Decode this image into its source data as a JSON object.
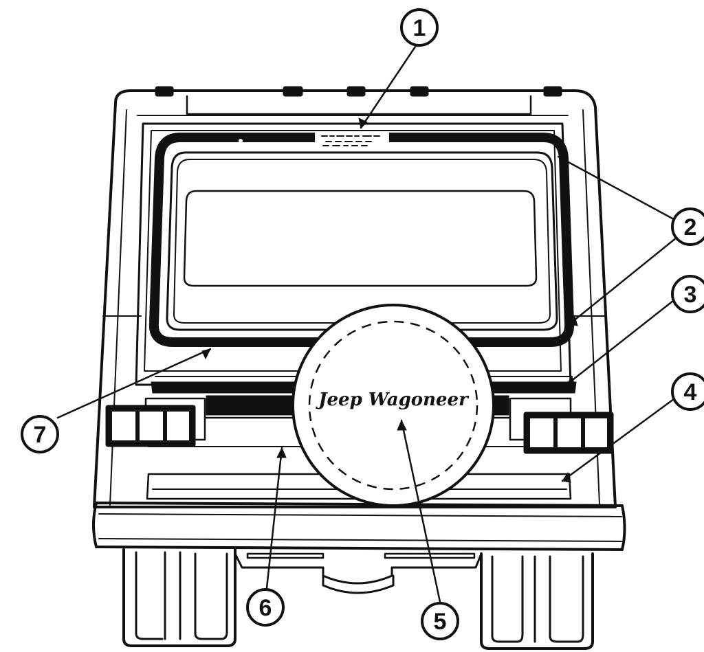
{
  "diagram": {
    "callouts": [
      {
        "id": "c1",
        "label": "1"
      },
      {
        "id": "c2",
        "label": "2"
      },
      {
        "id": "c3",
        "label": "3"
      },
      {
        "id": "c4",
        "label": "4"
      },
      {
        "id": "c5",
        "label": "5"
      },
      {
        "id": "c6",
        "label": "6"
      },
      {
        "id": "c7",
        "label": "7"
      }
    ],
    "badge_text": "Jeep Wagoneer"
  },
  "colors": {
    "ink": "#111111",
    "paper": "#ffffff"
  }
}
